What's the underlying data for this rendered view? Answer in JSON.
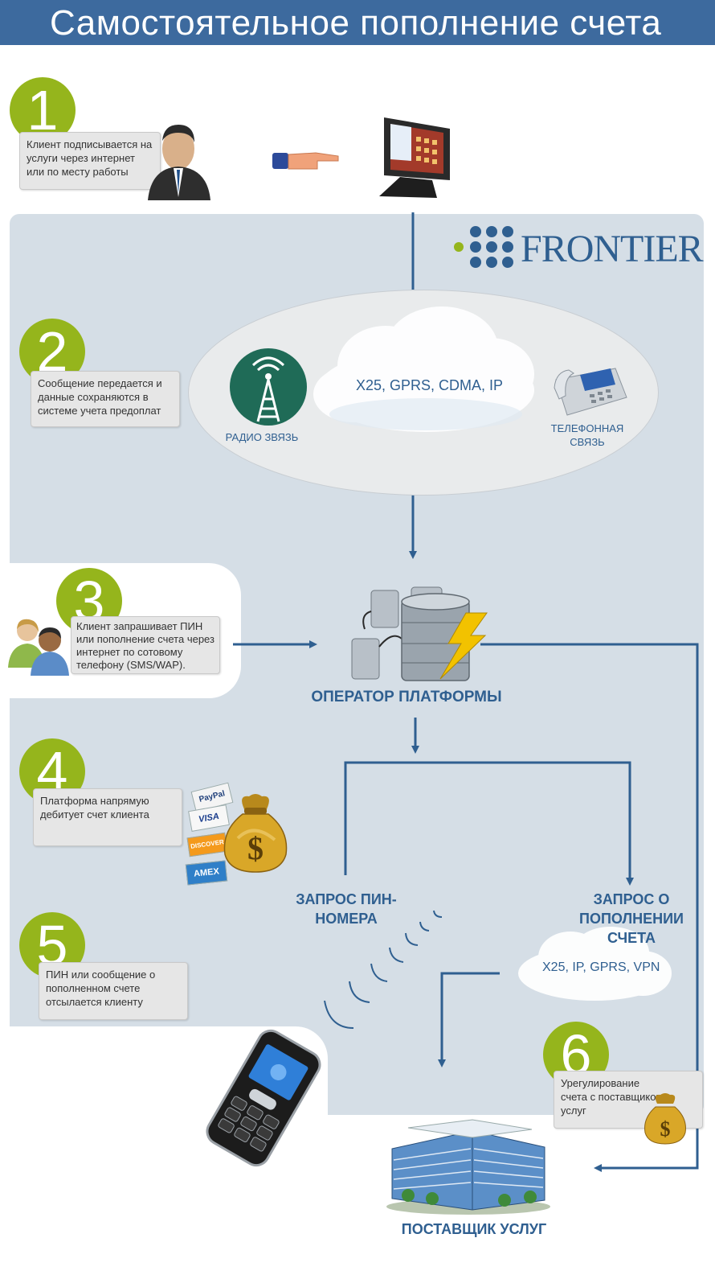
{
  "header": {
    "title": "Самостоятельное пополнение счета"
  },
  "brand": {
    "logo_text": "FRONTIER",
    "accent_color": "#2f5f90",
    "step_color": "#95b51c",
    "header_color": "#3d6a9e",
    "panel_color": "#d5dee6"
  },
  "steps": [
    {
      "number": "1",
      "text": "Клиент подписывается на услуги через интернет или по месту работы"
    },
    {
      "number": "2",
      "text": "Сообщение передается и данные сохраняются в системе учета предоплат"
    },
    {
      "number": "3",
      "text": "Клиент запрашивает ПИН или пополнение счета через интернет по сотовому телефону (SMS/WAP)."
    },
    {
      "number": "4",
      "text": "Платформа напрямую дебитует счет клиента"
    },
    {
      "number": "5",
      "text": "ПИН или сообщение о пополненном счете отсылается клиенту"
    },
    {
      "number": "6",
      "text": "Урегулирование счета с поставщиком услуг"
    }
  ],
  "network": {
    "cloud_text": "X25, GPRS, CDMA, IP",
    "radio_label": "РАДИО ЗВЯЗЬ",
    "phone_label": "ТЕЛЕФОННАЯ СВЯЗЬ"
  },
  "platform": {
    "label": "ОПЕРАТОР ПЛАТФОРМЫ"
  },
  "requests": {
    "pin_label": "ЗАПРОС ПИН-НОМЕРА",
    "topup_label": "ЗАПРОС О ПОПОЛНЕНИИ СЧЕТА",
    "topup_cloud_text": "X25, IP, GPRS, VPN"
  },
  "provider": {
    "label": "ПОСТАВЩИК УСЛУГ"
  },
  "cards": [
    "PayPal",
    "VISA",
    "DISCOVER",
    "AMEX"
  ],
  "icons": [
    "businessman-icon",
    "pointing-hand-icon",
    "pos-terminal-icon",
    "radio-tower-icon",
    "desk-phone-icon",
    "database-server-icon",
    "users-icon",
    "credit-cards-icon",
    "money-bag-icon",
    "mobile-phone-icon",
    "office-building-icon"
  ]
}
